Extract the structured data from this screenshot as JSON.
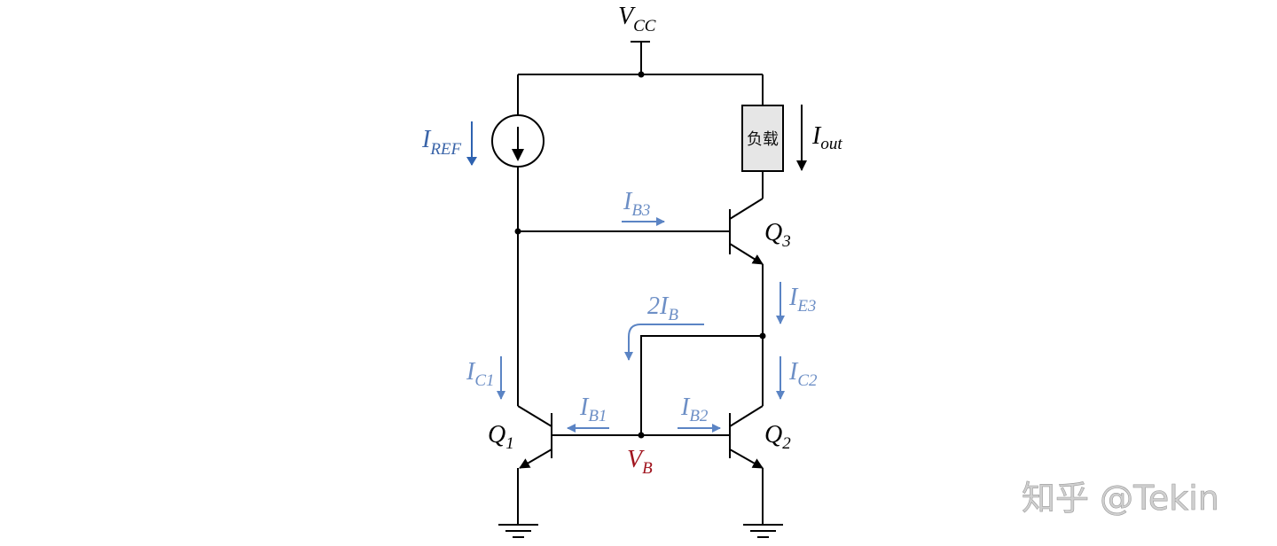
{
  "diagram": {
    "title": "NPN current mirror with base-current compensation transistor (Wilson-type)",
    "supply": {
      "label": "V",
      "sub": "CC"
    },
    "load": {
      "label": "负载"
    },
    "transistors": [
      {
        "id": "Q1",
        "label": "Q",
        "sub": "1"
      },
      {
        "id": "Q2",
        "label": "Q",
        "sub": "2"
      },
      {
        "id": "Q3",
        "label": "Q",
        "sub": "3"
      }
    ],
    "currents": {
      "iref": {
        "label": "I",
        "sub": "REF"
      },
      "iout": {
        "label": "I",
        "sub": "out"
      },
      "ib3": {
        "label": "I",
        "sub": "B3"
      },
      "ie3": {
        "label": "I",
        "sub": "E3"
      },
      "two_ib": {
        "label": "2I",
        "sub": "B"
      },
      "ic1": {
        "label": "I",
        "sub": "C1"
      },
      "ic2": {
        "label": "I",
        "sub": "C2"
      },
      "ib1": {
        "label": "I",
        "sub": "B1"
      },
      "ib2": {
        "label": "I",
        "sub": "B2"
      }
    },
    "nodes": {
      "vb": {
        "label": "V",
        "sub": "B"
      }
    },
    "colors": {
      "wire": "#000000",
      "current_arrow": "#5b84c4",
      "iref_arrow": "#2e62b0",
      "vb_label": "#a0141e",
      "load_fill": "#e6e6e6"
    }
  },
  "watermark": {
    "text": "知乎 @Tekin"
  }
}
